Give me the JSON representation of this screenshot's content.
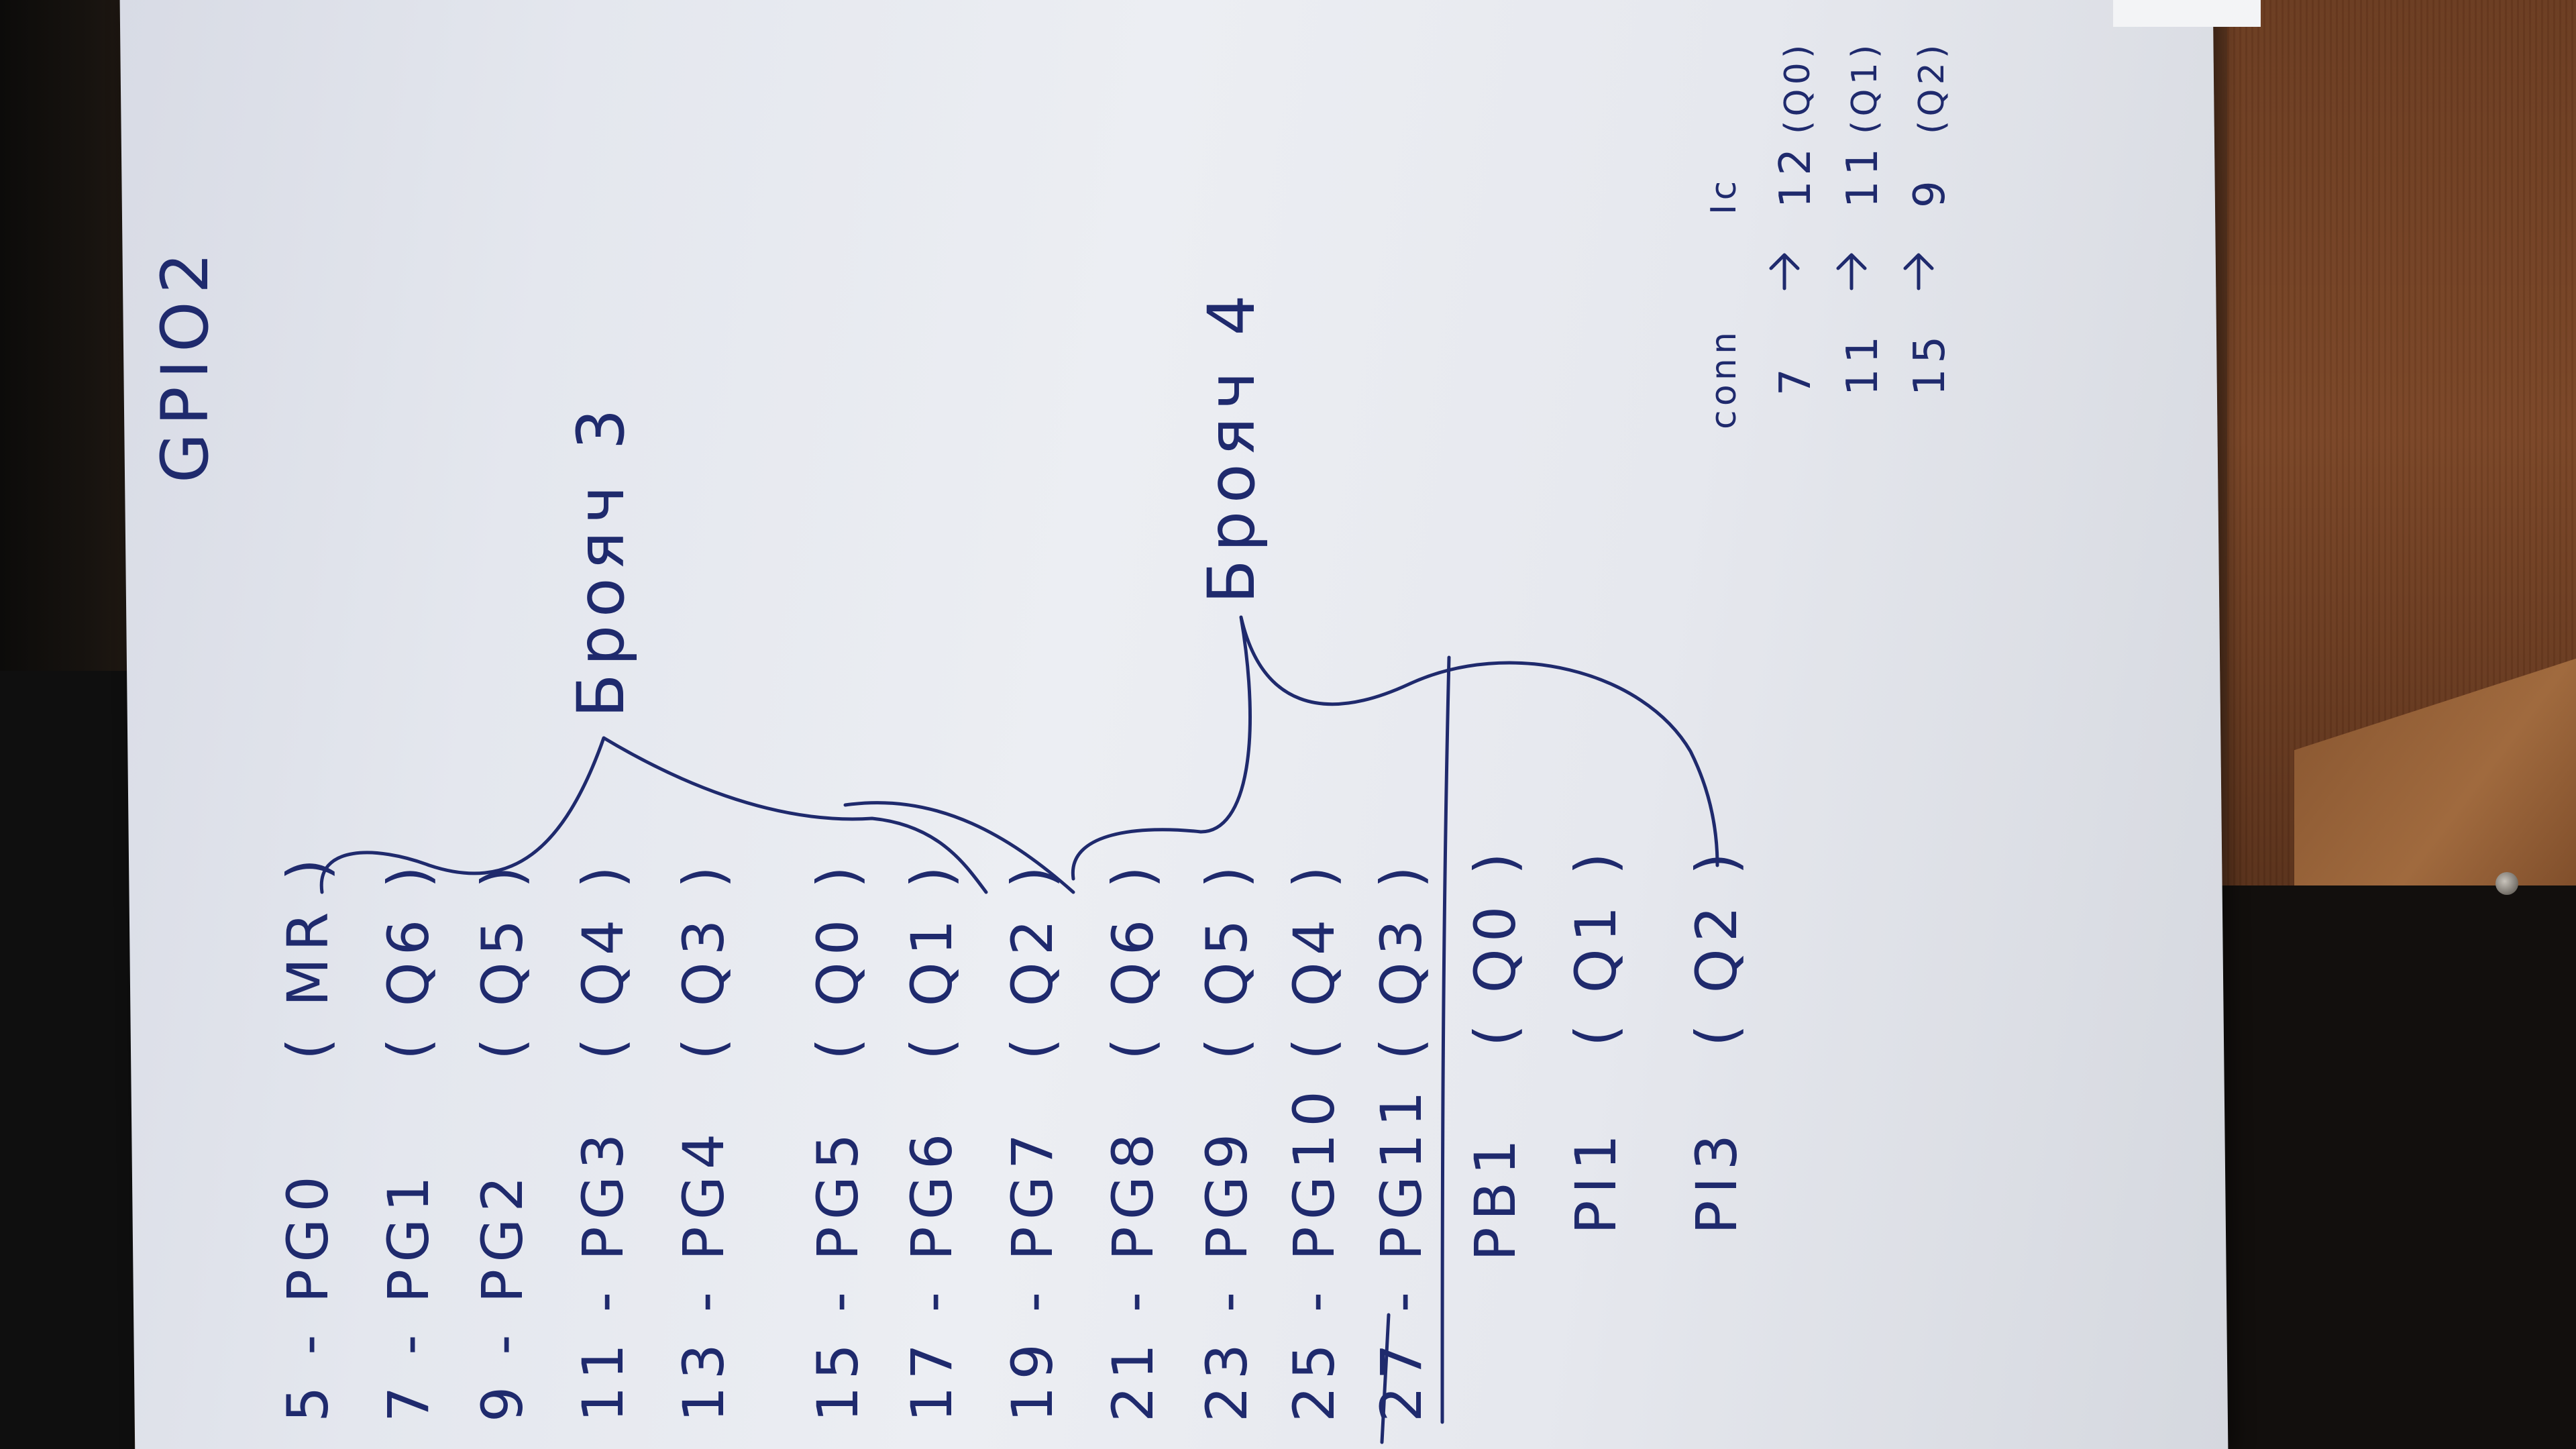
{
  "title": "GPIO2",
  "pins": [
    {
      "label": "5 - PG0",
      "signal": "( MR )"
    },
    {
      "label": "7 - PG1",
      "signal": "( Q6 )"
    },
    {
      "label": "9 - PG2",
      "signal": "( Q5 )"
    },
    {
      "label": "11 - PG3",
      "signal": "( Q4 )"
    },
    {
      "label": "13 - PG4",
      "signal": "( Q3 )"
    },
    {
      "label": "15 - PG5",
      "signal": "( Q0 )"
    },
    {
      "label": "17 - PG6",
      "signal": "( Q1 )"
    },
    {
      "label": "19 - PG7",
      "signal": "( Q2 )"
    },
    {
      "label": "21 - PG8",
      "signal": "( Q6 )"
    },
    {
      "label": "23 - PG9",
      "signal": "( Q5 )"
    },
    {
      "label": "25 - PG10",
      "signal": "( Q4 )"
    },
    {
      "label": "27 - PG11",
      "signal": "( Q3 )"
    }
  ],
  "extra_pins": [
    {
      "label": "PB1",
      "signal": "( Q0 )"
    },
    {
      "label": "PI1",
      "signal": "( Q1 )"
    },
    {
      "label": "PI3",
      "signal": "( Q2 )"
    }
  ],
  "groups": [
    "Брояч 3",
    "Брояч 4"
  ],
  "conn": {
    "header_left": "conn",
    "header_right": "Ic",
    "rows": [
      {
        "from": "7",
        "to": "12",
        "note": "(Q0)"
      },
      {
        "from": "11",
        "to": "11",
        "note": "(Q1)"
      },
      {
        "from": "15",
        "to": "9",
        "note": "(Q2)"
      }
    ]
  }
}
